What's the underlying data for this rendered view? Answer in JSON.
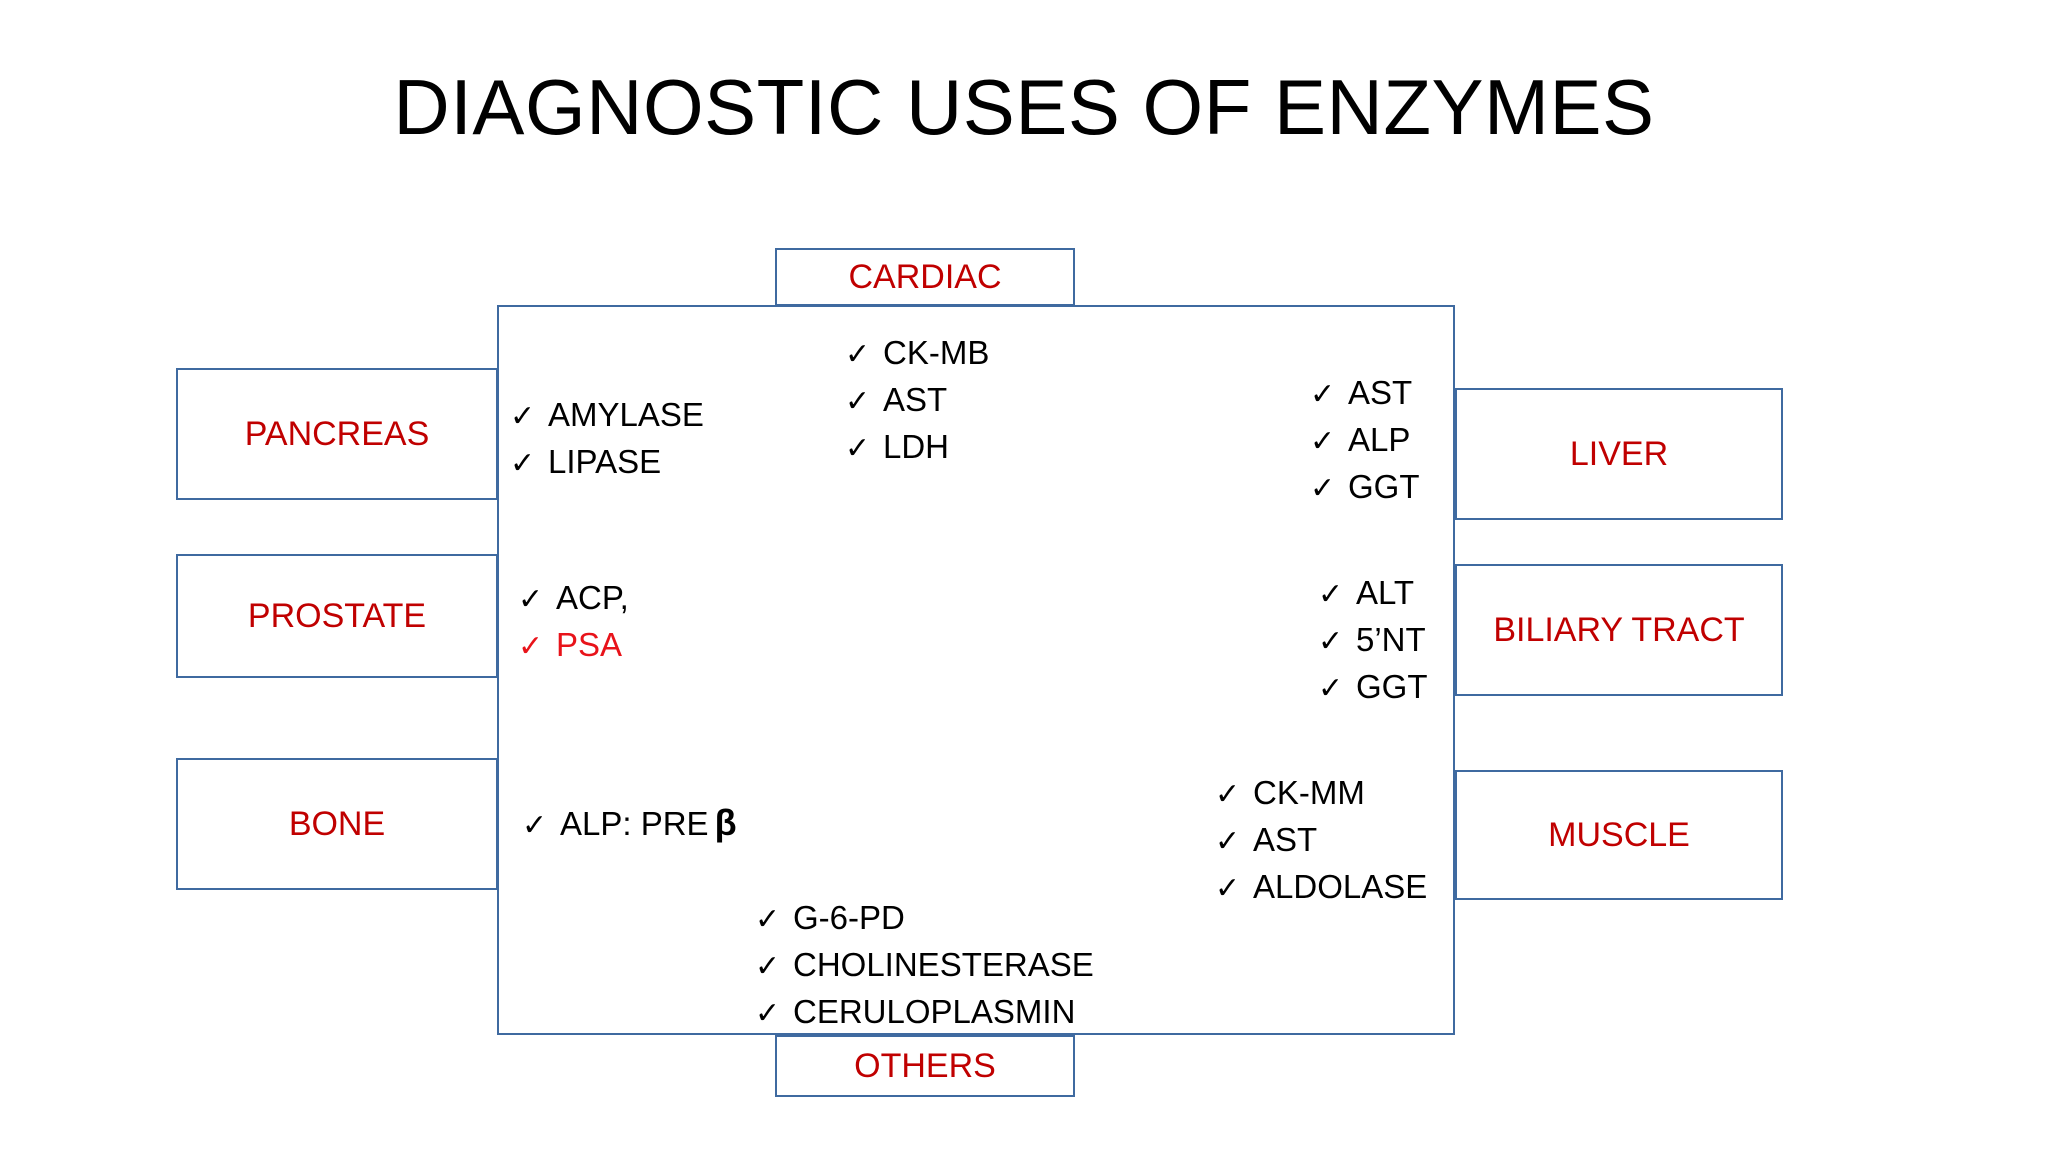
{
  "title": "DIAGNOSTIC USES OF ENZYMES",
  "colors": {
    "label_red": "#C00000",
    "highlight_red": "#E8131A",
    "box_border_blue": "#3F6AA0",
    "text_black": "#000000",
    "background": "#FFFFFF"
  },
  "bullet_glyph": "✓",
  "boxes": {
    "cardiac": {
      "label": "CARDIAC"
    },
    "pancreas": {
      "label": "PANCREAS"
    },
    "prostate": {
      "label": "PROSTATE"
    },
    "bone": {
      "label": "BONE"
    },
    "liver": {
      "label": "LIVER"
    },
    "biliary": {
      "label": "BILIARY TRACT"
    },
    "muscle": {
      "label": "MUSCLE"
    },
    "others": {
      "label": "OTHERS"
    }
  },
  "groups": {
    "cardiac": {
      "items": [
        {
          "text": "CK-MB",
          "color": "black"
        },
        {
          "text": "AST",
          "color": "black"
        },
        {
          "text": "LDH",
          "color": "black"
        }
      ]
    },
    "pancreas": {
      "items": [
        {
          "text": "AMYLASE",
          "color": "black"
        },
        {
          "text": "LIPASE",
          "color": "black"
        }
      ]
    },
    "liver": {
      "items": [
        {
          "text": "AST",
          "color": "black"
        },
        {
          "text": "ALP",
          "color": "black"
        },
        {
          "text": "GGT",
          "color": "black"
        }
      ]
    },
    "prostate": {
      "items": [
        {
          "text": "ACP,",
          "color": "black"
        },
        {
          "text": "PSA",
          "color": "red"
        }
      ]
    },
    "biliary": {
      "items": [
        {
          "text": "ALT",
          "color": "black"
        },
        {
          "text": "5’NT",
          "color": "black"
        },
        {
          "text": "GGT",
          "color": "black"
        }
      ]
    },
    "bone": {
      "items": [
        {
          "text": "ALP: PRE ",
          "color": "black",
          "beta": "β"
        }
      ]
    },
    "muscle": {
      "items": [
        {
          "text": "CK-MM",
          "color": "black"
        },
        {
          "text": "AST",
          "color": "black"
        },
        {
          "text": "ALDOLASE",
          "color": "black"
        }
      ]
    },
    "others": {
      "items": [
        {
          "text": "G-6-PD",
          "color": "black"
        },
        {
          "text": "CHOLINESTERASE",
          "color": "black"
        },
        {
          "text": "CERULOPLASMIN",
          "color": "black"
        }
      ]
    }
  }
}
